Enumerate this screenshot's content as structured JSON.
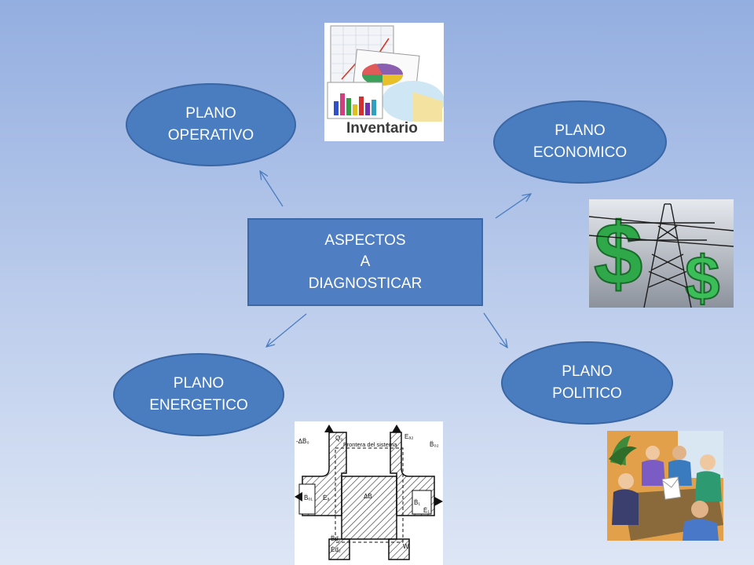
{
  "diagram": {
    "center": {
      "text": "ASPECTOS\nA\nDIAGNOSTICAR"
    },
    "nodes": {
      "operativo": {
        "text": "PLANO\nOPERATIVO"
      },
      "economico": {
        "text": "PLANO\nECONOMICO"
      },
      "energetico": {
        "text": "PLANO\nENERGETICO"
      },
      "politico": {
        "text": "PLANO\nPOLITICO"
      }
    }
  },
  "images": {
    "inventario": {
      "caption": "Inventario"
    },
    "diagram_labels": {
      "frontera": "Frontera del sistema",
      "b0": "-ΔB̈₀",
      "q0": "Q₀",
      "ea2": "Eₐ₂",
      "b02": "B̈₀₂",
      "bo1": "B̈ₒ₁",
      "ea": "Ėₐ",
      "db": "ΔB",
      "b1": "B̈₁",
      "e1": "Ė₁",
      "bd2": "B̈d₂",
      "ed2": "Ėd₂",
      "w": "W"
    }
  },
  "colors": {
    "node_fill": "#4a7cc0",
    "arrow": "#4a7cc0"
  }
}
